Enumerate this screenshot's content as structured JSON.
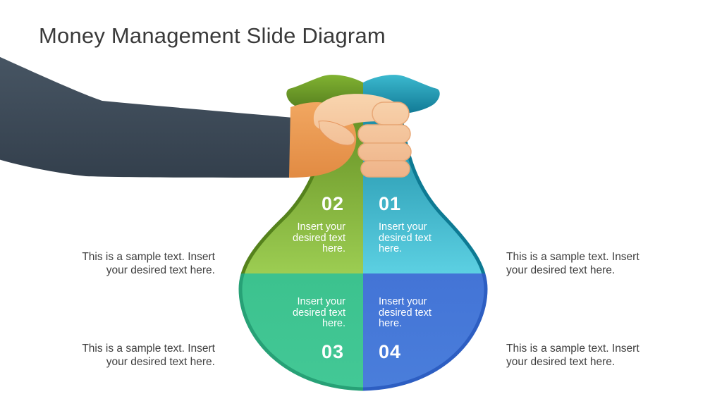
{
  "title": "Money Management Slide Diagram",
  "quadrants": {
    "q1": {
      "number": "01",
      "text": "Insert your desired text here.",
      "color_top": "#11809a",
      "color_bottom": "#5cd0e2",
      "outline": "#0d7a93",
      "position": "top-right"
    },
    "q2": {
      "number": "02",
      "text": "Insert your desired text here.",
      "color_top": "#5d861c",
      "color_bottom": "#9ccd52",
      "outline": "#55821c",
      "position": "top-left"
    },
    "q3": {
      "number": "03",
      "text": "Insert your desired text here.",
      "color": "#3ec492",
      "outline": "#27a176",
      "position": "bottom-left"
    },
    "q4": {
      "number": "04",
      "text": "Insert your desired text here.",
      "color": "#4679d9",
      "outline": "#2d5ec2",
      "position": "bottom-right"
    }
  },
  "side_notes": {
    "top_left": "This is a sample text. Insert your desired text here.",
    "bottom_left": "This is a sample text. Insert your desired text here.",
    "top_right": "This is a sample text. Insert your desired text here.",
    "bottom_right": "This is a sample text. Insert your desired text here."
  },
  "illustration": {
    "sleeve_color": "#3e4a57",
    "skin_light": "#f8d0a8",
    "skin_shadow": "#ed9d5c",
    "wing_left_color": "#5a7d20",
    "wing_right_color": "#147f97",
    "background": "#ffffff",
    "text_on_bag_color": "#ffffff",
    "note_text_color": "#3f3f3f"
  }
}
